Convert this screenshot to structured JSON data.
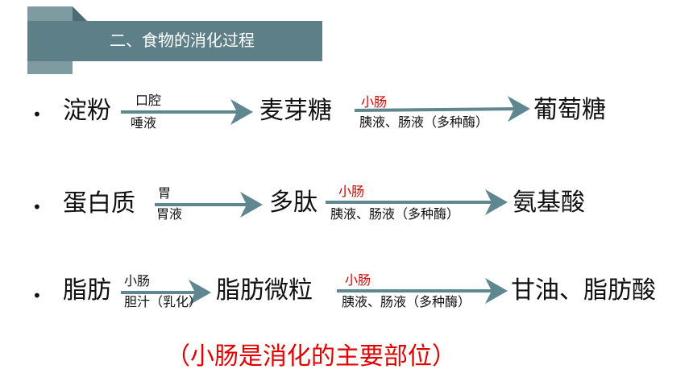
{
  "header": {
    "title": "二、食物的消化过程"
  },
  "rows": [
    {
      "start": "淀粉",
      "step1": {
        "above": "口腔",
        "below": "唾液"
      },
      "middle": "麦芽糖",
      "step2": {
        "above": "小肠",
        "below": "胰液、肠液（多种酶）"
      },
      "end": "葡萄糖"
    },
    {
      "start": "蛋白质",
      "step1": {
        "above": "胃",
        "below": "胃液"
      },
      "middle": "多肽",
      "step2": {
        "above": "小肠",
        "below": "胰液、肠液（多种酶）"
      },
      "end": "氨基酸"
    },
    {
      "start": "脂肪",
      "step1": {
        "above": "小肠",
        "below": "胆汁（乳化）"
      },
      "middle": "脂肪微粒",
      "step2": {
        "above": "小肠",
        "below": "胰液、肠液（多种酶）"
      },
      "end": "甘油、脂肪酸"
    }
  ],
  "footer": "（小肠是消化的主要部位）",
  "colors": {
    "header_bar": "#5d7f87",
    "arrow": "#5f8790",
    "highlight_red": "#d40000"
  }
}
